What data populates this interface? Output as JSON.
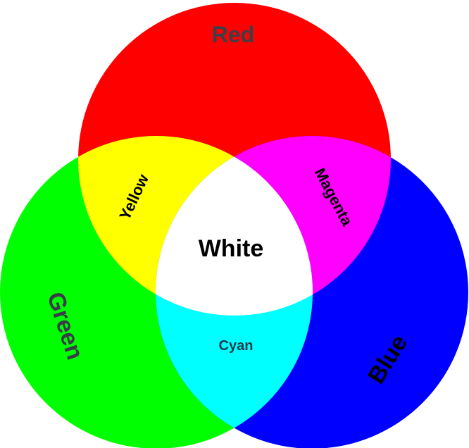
{
  "labels": {
    "red": "Red",
    "green": "Green",
    "blue": "Blue",
    "yellow": "Yellow",
    "magenta": "Magenta",
    "cyan": "Cyan",
    "white": "White"
  },
  "colors": {
    "red": "#ff0000",
    "green": "#00ff00",
    "blue": "#0000ff",
    "yellow": "#ffff00",
    "magenta": "#ff00ff",
    "cyan": "#00ffff",
    "white": "#ffffff"
  }
}
